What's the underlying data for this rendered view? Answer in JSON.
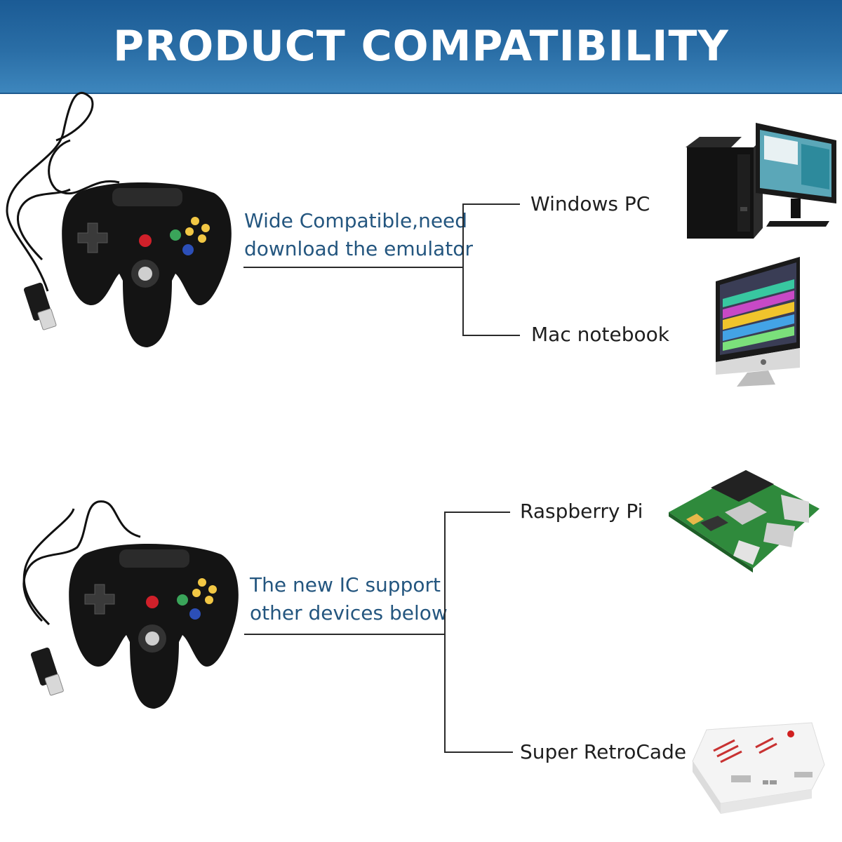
{
  "header": {
    "title": "PRODUCT COMPATIBILITY"
  },
  "section1": {
    "description_line1": "Wide Compatible,need",
    "description_line2": "download the emulator",
    "devices": [
      {
        "label": "Windows PC",
        "icon": "desktop-pc-icon"
      },
      {
        "label": "Mac notebook",
        "icon": "imac-icon"
      }
    ]
  },
  "section2": {
    "description_line1": "The new IC support",
    "description_line2": "other devices below",
    "devices": [
      {
        "label": "Raspberry Pi",
        "icon": "raspberry-pi-board-icon"
      },
      {
        "label": "Super RetroCade",
        "icon": "retrocade-console-icon"
      }
    ]
  },
  "product": {
    "icon": "usb-gamepad-controller-icon"
  },
  "colors": {
    "banner": "#2a6ea6",
    "description_text": "#24567f",
    "button_red": "#d0202a",
    "button_green": "#3aa55a",
    "button_blue": "#2c4fb8",
    "button_yellow": "#f2c744"
  }
}
